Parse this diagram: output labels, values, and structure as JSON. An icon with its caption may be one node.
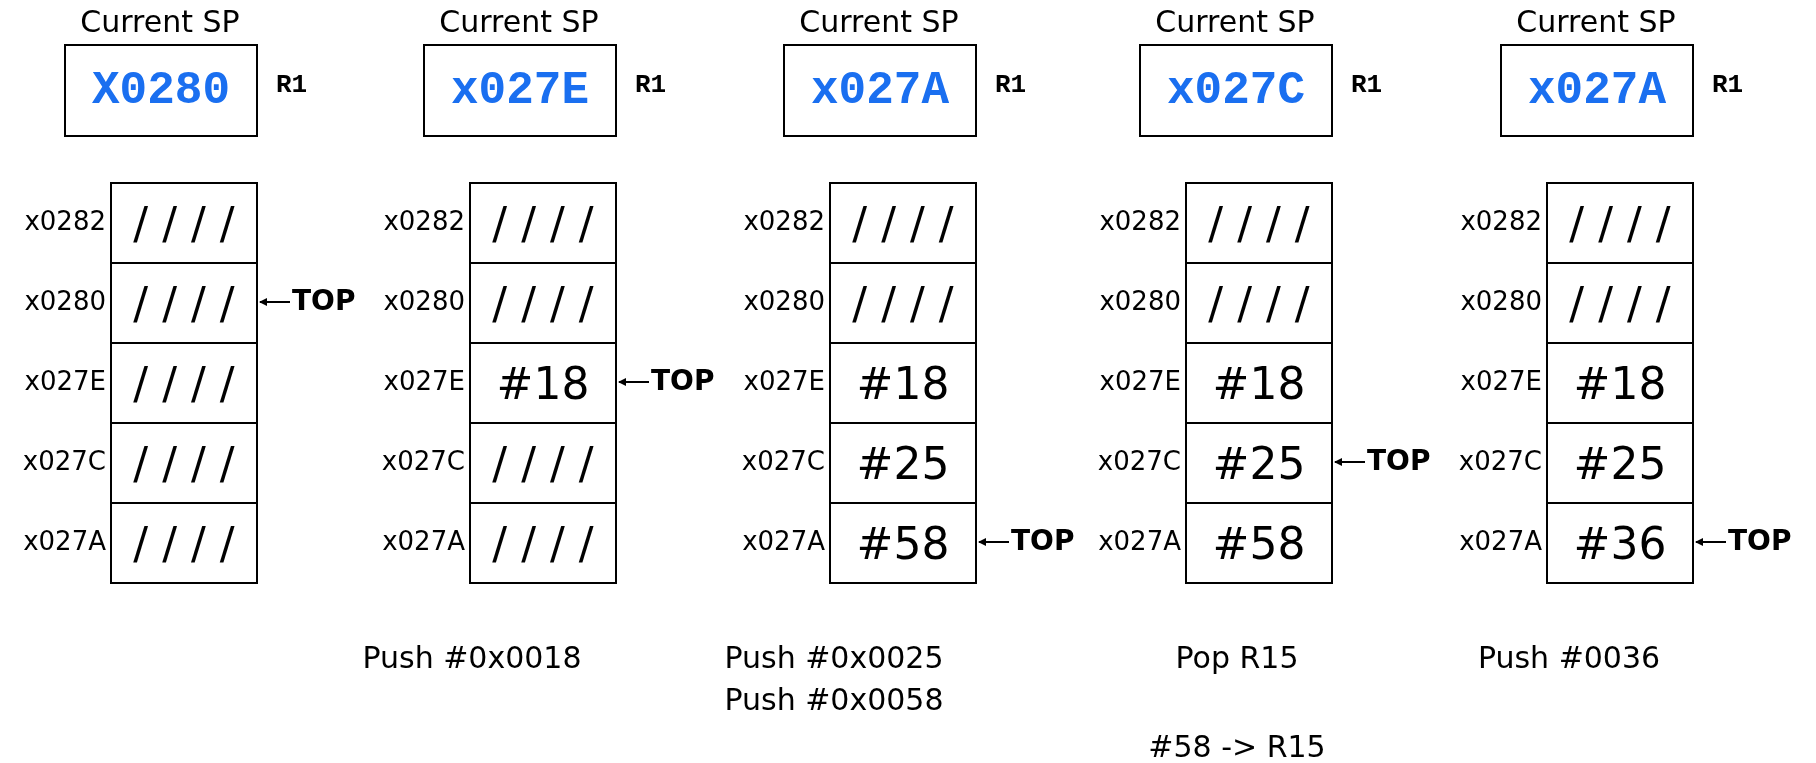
{
  "diagram": {
    "nodes": [
      {
        "text": [
          "Current SP",
          "X0280"
        ],
        "beside": [
          "R1"
        ]
      },
      {
        "text": [
          "/ / / /"
        ],
        "beside": [
          "x0282"
        ]
      },
      {
        "text": [
          "/ / / /"
        ],
        "beside": [
          "x0280"
        ]
      },
      {
        "text": [
          "/ / / /"
        ],
        "beside": [
          "x027E"
        ]
      },
      {
        "text": [
          "/ / / /"
        ],
        "beside": [
          "x027C"
        ]
      },
      {
        "text": [
          "/ / / /"
        ],
        "beside": [
          "x027A"
        ]
      },
      {
        "text": [
          "TOP"
        ]
      },
      {
        "text": [
          "Current SP",
          "x027E"
        ],
        "beside": [
          "R1"
        ]
      },
      {
        "text": [
          "/ / / /"
        ],
        "beside": [
          "x0282"
        ]
      },
      {
        "text": [
          "/ / / /"
        ],
        "beside": [
          "x0280"
        ]
      },
      {
        "text": [
          "#18"
        ],
        "beside": [
          "x027E"
        ]
      },
      {
        "text": [
          "/ / / /"
        ],
        "beside": [
          "x027C"
        ]
      },
      {
        "text": [
          "/ / / /"
        ],
        "beside": [
          "x027A"
        ]
      },
      {
        "text": [
          "TOP"
        ]
      },
      {
        "text": [
          "Current SP",
          "x027A"
        ],
        "beside": [
          "R1"
        ]
      },
      {
        "text": [
          "/ / / /"
        ],
        "beside": [
          "x0282"
        ]
      },
      {
        "text": [
          "/ / / /"
        ],
        "beside": [
          "x0280"
        ]
      },
      {
        "text": [
          "#18"
        ],
        "beside": [
          "x027E"
        ]
      },
      {
        "text": [
          "#25"
        ],
        "beside": [
          "x027C"
        ]
      },
      {
        "text": [
          "#58"
        ],
        "beside": [
          "x027A"
        ]
      },
      {
        "text": [
          "TOP"
        ]
      },
      {
        "text": [
          "Current SP",
          "x027C"
        ],
        "beside": [
          "R1"
        ]
      },
      {
        "text": [
          "/ / / /"
        ],
        "beside": [
          "x0282"
        ]
      },
      {
        "text": [
          "/ / / /"
        ],
        "beside": [
          "x0280"
        ]
      },
      {
        "text": [
          "#18"
        ],
        "beside": [
          "x027E"
        ]
      },
      {
        "text": [
          "#25"
        ],
        "beside": [
          "x027C"
        ]
      },
      {
        "text": [
          "#58"
        ],
        "beside": [
          "x027A"
        ]
      },
      {
        "text": [
          "TOP"
        ]
      },
      {
        "text": [
          "Current SP",
          "x027A"
        ],
        "beside": [
          "R1"
        ]
      },
      {
        "text": [
          "/ / / /"
        ],
        "beside": [
          "x0282"
        ]
      },
      {
        "text": [
          "/ / / /"
        ],
        "beside": [
          "x0280"
        ]
      },
      {
        "text": [
          "#18"
        ],
        "beside": [
          "x027E"
        ]
      },
      {
        "text": [
          "#25"
        ],
        "beside": [
          "x027C"
        ]
      },
      {
        "text": [
          "#36"
        ],
        "beside": [
          "x027A"
        ]
      },
      {
        "text": [
          "TOP"
        ]
      }
    ],
    "edges": [
      {
        "from": 6,
        "to": 2,
        "arrow": "to"
      },
      {
        "from": 13,
        "to": 10,
        "arrow": "to"
      },
      {
        "from": 20,
        "to": 19,
        "arrow": "to"
      },
      {
        "from": 27,
        "to": 25,
        "arrow": "to"
      },
      {
        "from": 34,
        "to": 33,
        "arrow": "to"
      }
    ],
    "labels": [
      "Push #0x0018",
      "Push #0x0025",
      "Push #0x0058",
      "Pop R15",
      "#58 -> R15",
      "Push #0036"
    ]
  }
}
